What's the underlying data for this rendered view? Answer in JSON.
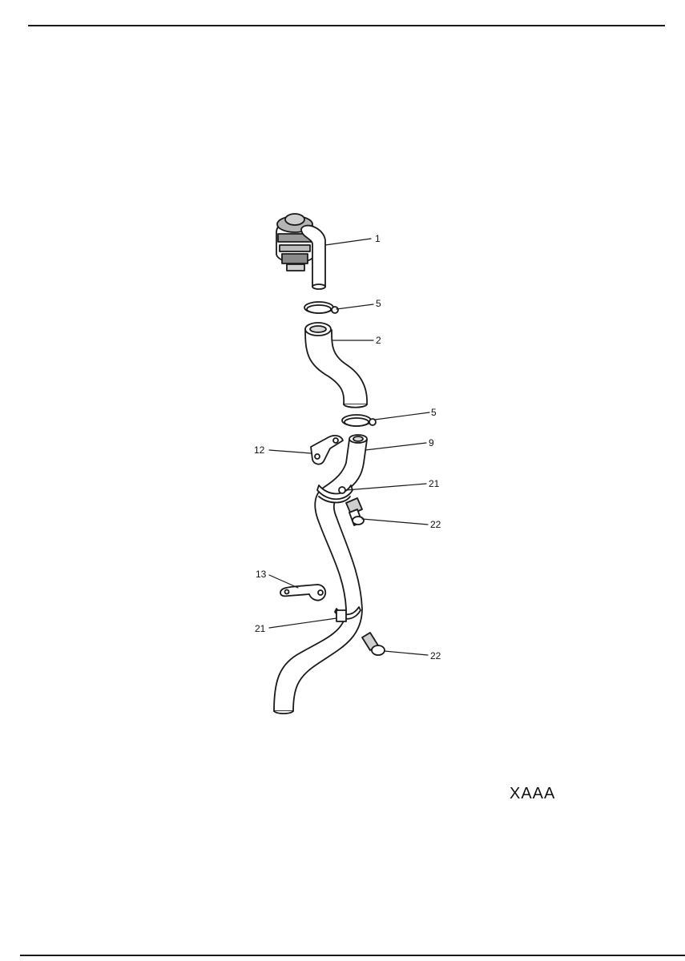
{
  "diagram": {
    "callouts": {
      "part_1": "1",
      "part_5_upper": "5",
      "part_2": "2",
      "part_5_lower": "5",
      "part_9": "9",
      "part_12": "12",
      "part_21_upper": "21",
      "part_22_upper": "22",
      "part_13": "13",
      "part_21_lower": "21",
      "part_22_lower": "22"
    },
    "figure_code": "XAAA"
  }
}
